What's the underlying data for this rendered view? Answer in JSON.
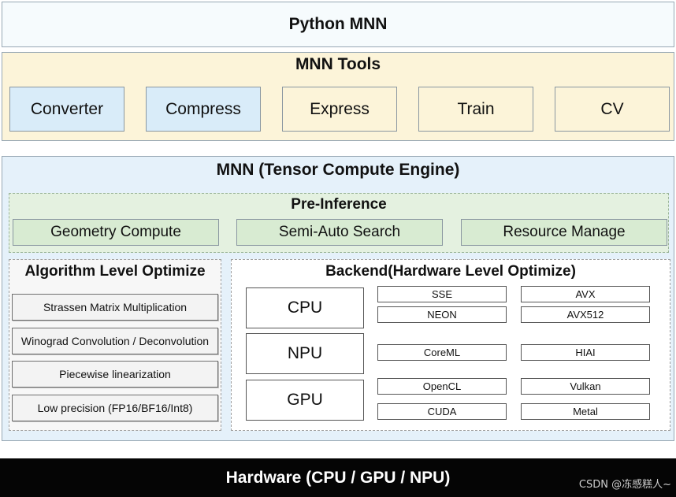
{
  "python_layer": {
    "label": "Python MNN"
  },
  "tools": {
    "title": "MNN Tools",
    "items": [
      {
        "label": "Converter"
      },
      {
        "label": "Compress"
      },
      {
        "label": "Express"
      },
      {
        "label": "Train"
      },
      {
        "label": "CV"
      }
    ]
  },
  "engine": {
    "title": "MNN (Tensor Compute Engine)",
    "pre_inference": {
      "title": "Pre-Inference",
      "items": [
        {
          "label": "Geometry Compute"
        },
        {
          "label": "Semi-Auto Search"
        },
        {
          "label": "Resource Manage"
        }
      ]
    },
    "algorithm": {
      "title": "Algorithm Level Optimize",
      "items": [
        {
          "label": "Strassen Matrix Multiplication"
        },
        {
          "label": "Winograd Convolution / Deconvolution"
        },
        {
          "label": "Piecewise linearization"
        },
        {
          "label": "Low precision (FP16/BF16/Int8)"
        }
      ]
    },
    "backend": {
      "title": "Backend(Hardware Level Optimize)",
      "groups": [
        {
          "name": "CPU",
          "chips": [
            "SSE",
            "AVX",
            "NEON",
            "AVX512"
          ]
        },
        {
          "name": "NPU",
          "chips": [
            "CoreML",
            "HIAI"
          ]
        },
        {
          "name": "GPU",
          "chips": [
            "OpenCL",
            "Vulkan",
            "CUDA",
            "Metal"
          ]
        }
      ]
    }
  },
  "hardware": {
    "label": "Hardware (CPU / GPU / NPU)"
  },
  "watermark": "CSDN @冻感糕人~",
  "colors": {
    "tools_background": "#fcf4d9",
    "tool_blue": "#d9ecf9",
    "engine_background": "#e5f1fa",
    "pre_inference_background": "#e4f1e0",
    "hardware_background": "#050505"
  }
}
